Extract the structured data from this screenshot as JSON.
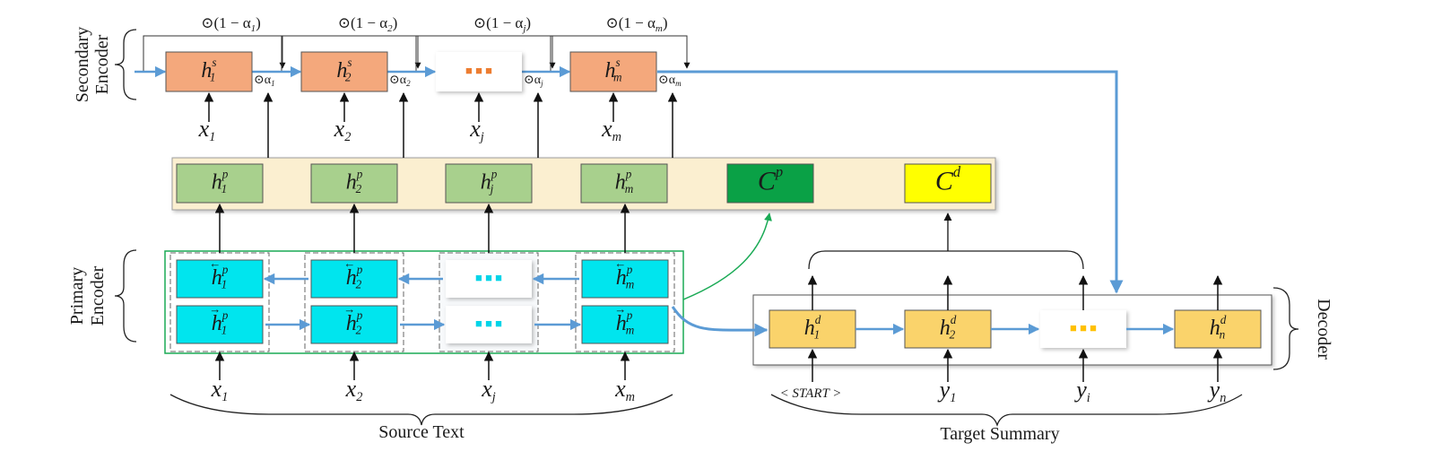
{
  "labels": {
    "secondary_encoder_line1": "Secondary",
    "secondary_encoder_line2": "Encoder",
    "primary_encoder_line1": "Primary",
    "primary_encoder_line2": "Encoder",
    "decoder": "Decoder",
    "source_text": "Source Text",
    "target_summary": "Target Summary"
  },
  "gates": {
    "top": [
      {
        "pre": "⊙(1 − α",
        "sub": "1",
        "post": ")"
      },
      {
        "pre": "⊙(1 − α",
        "sub": "2",
        "post": ")"
      },
      {
        "pre": "⊙(1 − α",
        "sub": "j",
        "post": ")"
      },
      {
        "pre": "⊙(1 − α",
        "sub": "m",
        "post": ")"
      }
    ],
    "right": [
      {
        "pre": "⊙α",
        "sub": "1"
      },
      {
        "pre": "⊙α",
        "sub": "2"
      },
      {
        "pre": "⊙α",
        "sub": "j"
      },
      {
        "pre": "⊙α",
        "sub": "m"
      }
    ]
  },
  "secondary": [
    {
      "base": "h",
      "sup": "s",
      "sub": "1"
    },
    {
      "base": "h",
      "sup": "s",
      "sub": "2"
    },
    {
      "ellipsis": "■ ■ ■"
    },
    {
      "base": "h",
      "sup": "s",
      "sub": "m"
    }
  ],
  "secondary_inputs": [
    {
      "base": "x",
      "sub": "1"
    },
    {
      "base": "x",
      "sub": "2"
    },
    {
      "base": "x",
      "sub": "j"
    },
    {
      "base": "x",
      "sub": "m"
    }
  ],
  "primary_states": [
    {
      "base": "h",
      "sup": "p",
      "sub": "1"
    },
    {
      "base": "h",
      "sup": "p",
      "sub": "2"
    },
    {
      "base": "h",
      "sup": "p",
      "sub": "j"
    },
    {
      "base": "h",
      "sup": "p",
      "sub": "m"
    }
  ],
  "contexts": [
    {
      "base": "C",
      "sup": "p",
      "color": "#0aa146"
    },
    {
      "base": "C",
      "sup": "d",
      "color": "#ffff00"
    }
  ],
  "bilstm_backward": [
    {
      "base": "h",
      "arrow": "←",
      "sup": "p",
      "sub": "1"
    },
    {
      "base": "h",
      "arrow": "←",
      "sup": "p",
      "sub": "2"
    },
    {
      "ellipsis": "■ ■ ■"
    },
    {
      "base": "h",
      "arrow": "←",
      "sup": "p",
      "sub": "m"
    }
  ],
  "bilstm_forward": [
    {
      "base": "h",
      "arrow": "→",
      "sup": "p",
      "sub": "1"
    },
    {
      "base": "h",
      "arrow": "→",
      "sup": "p",
      "sub": "2"
    },
    {
      "ellipsis": "■ ■ ■"
    },
    {
      "base": "h",
      "arrow": "→",
      "sup": "p",
      "sub": "m"
    }
  ],
  "primary_inputs": [
    {
      "base": "x",
      "sub": "1"
    },
    {
      "base": "x",
      "sub": "2"
    },
    {
      "base": "x",
      "sub": "j"
    },
    {
      "base": "x",
      "sub": "m"
    }
  ],
  "decoder_states": [
    {
      "base": "h",
      "sup": "d",
      "sub": "1"
    },
    {
      "base": "h",
      "sup": "d",
      "sub": "2"
    },
    {
      "ellipsis": "■ ■ ■"
    },
    {
      "base": "h",
      "sup": "d",
      "sub": "n"
    }
  ],
  "decoder_inputs": [
    {
      "text": "< START >"
    },
    {
      "base": "y",
      "sub": "1"
    },
    {
      "base": "y",
      "sub": "i"
    },
    {
      "base": "y",
      "sub": "n"
    }
  ],
  "colors": {
    "secondary_cell": "#f4a87c",
    "primary_state": "#a8d08d",
    "bilstm_cell": "#00e5ee",
    "decoder_cell": "#fad36b",
    "panel": "#fbefd0",
    "flow_blue": "#5b9bd5",
    "flow_green": "#1aaa55",
    "ellipsis_secondary": "#ed7d31",
    "ellipsis_bilstm": "#00d4e8",
    "ellipsis_decoder": "#ffc000"
  }
}
